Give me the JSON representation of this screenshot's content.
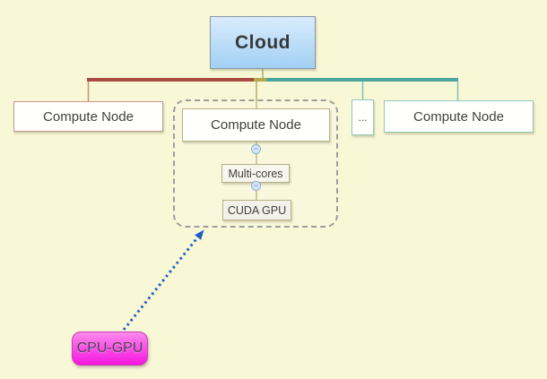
{
  "colors": {
    "background": "#f8f7d6",
    "text": "#3f3f3f",
    "branch-red": "#a84b42",
    "branch-olive": "#b2a84e",
    "branch-teal": "#48a69c",
    "line-tan": "#b29b77",
    "line-olive": "#b3ab6e",
    "line-teal": "#85c1af",
    "cloud-top": "#d9ecfc",
    "cloud-bottom": "#a2d0f4",
    "cloud-border": "#8898a6",
    "box-border-red": "#c89888",
    "box-border-olive": "#b9b183",
    "box-border-teal": "#93c8ba",
    "group-border": "#9d9d9d",
    "arrow-blue": "#1d60c4",
    "cpu-top": "#fa8aec",
    "cpu-bottom": "#f615e0",
    "cpu-border": "#c73fb2"
  },
  "root": {
    "label": "Cloud"
  },
  "branches": {
    "left_node": {
      "label": "Compute Node"
    },
    "group_node": {
      "label": "Compute Node"
    },
    "ellipsis_node": {
      "label": "..."
    },
    "right_node": {
      "label": "Compute Node"
    },
    "sub_multicores": {
      "label": "Multi-cores"
    },
    "sub_cudagpu": {
      "label": "CUDA GPU"
    }
  },
  "floating": {
    "cpu_gpu": {
      "label": "CPU-GPU"
    }
  },
  "icons": {
    "collapse_glyph": "−"
  }
}
